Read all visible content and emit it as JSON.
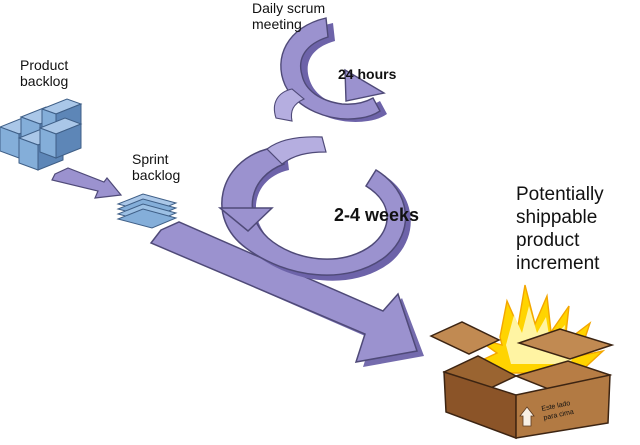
{
  "labels": {
    "daily_scrum_line1": "Daily scrum",
    "daily_scrum_line2": "meeting",
    "hours": "24 hours",
    "product_backlog_line1": "Product",
    "product_backlog_line2": "backlog",
    "sprint_backlog_line1": "Sprint",
    "sprint_backlog_line2": "backlog",
    "weeks": "2-4 weeks",
    "increment_line1": "Potentially",
    "increment_line2": "shippable",
    "increment_line3": "product",
    "increment_line4": "increment",
    "box_side_line1": "Este lado",
    "box_side_line2": "para cima"
  },
  "colors": {
    "arrow_fill": "#9b92cf",
    "arrow_shadow": "#6d63a9",
    "backlog_fill": "#84aed9",
    "backlog_shadow": "#5d86b7",
    "box_fill": "#b27a43",
    "box_shadow": "#7b4b22",
    "burst_fill": "#ffe04a",
    "burst_core": "#fff4a3"
  }
}
